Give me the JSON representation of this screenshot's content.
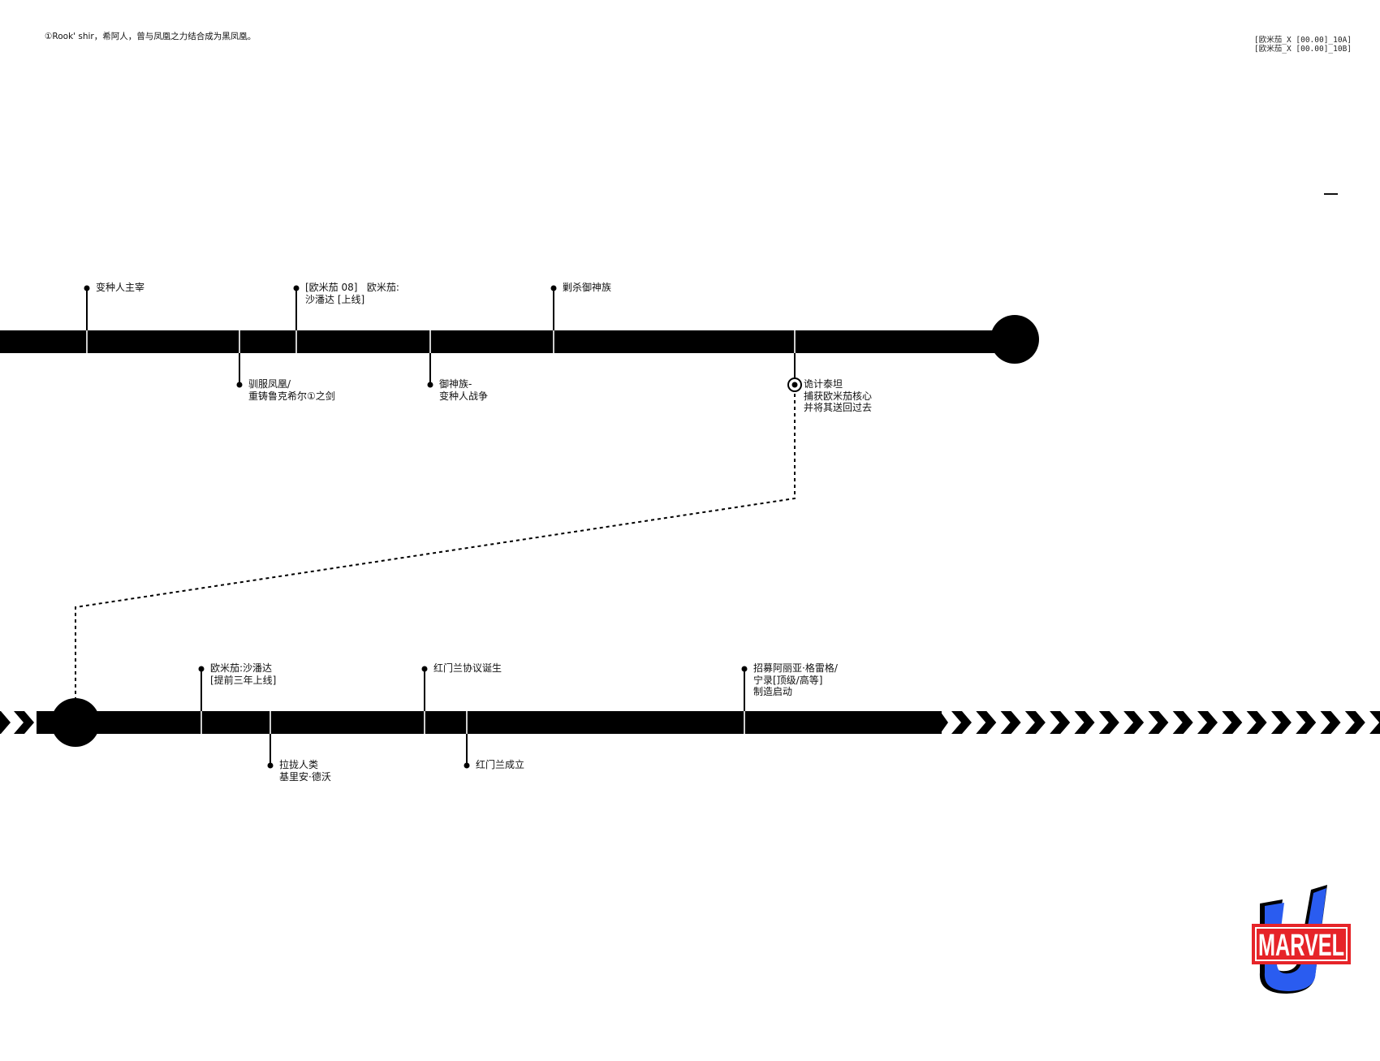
{
  "footnote": "①Rook' shir，希阿人，曾与凤凰之力结合成为黑凤凰。",
  "codes": [
    "[欧米茄_X  [00.00]_10A]",
    "[欧米茄_X  [00.00]_10B]"
  ],
  "top_events": [
    {
      "label": "变种人主宰",
      "side": "up",
      "pos": 107
    },
    {
      "label": "驯服凤凰/\n重铸鲁克希尔①之剑",
      "side": "down",
      "pos": 295
    },
    {
      "label": "[欧米茄 08]   欧米茄:\n沙潘达 [上线]",
      "side": "up",
      "pos": 365
    },
    {
      "label": "御神族-\n变种人战争",
      "side": "down",
      "pos": 530
    },
    {
      "label": "剿杀御神族",
      "side": "up",
      "pos": 682
    },
    {
      "label": "诡计泰坦\n捕获欧米茄核心\n并将其送回过去",
      "side": "down",
      "pos": 979,
      "marker": "ring"
    }
  ],
  "bottom_events": [
    {
      "label": "欧米茄:沙潘达\n[提前三年上线]",
      "side": "up",
      "pos": 248
    },
    {
      "label": "拉拢人类\n基里安·德沃",
      "side": "down",
      "pos": 333
    },
    {
      "label": "红门兰协议诞生",
      "side": "up",
      "pos": 523
    },
    {
      "label": "红门兰成立",
      "side": "down",
      "pos": 575
    },
    {
      "label": "招募阿丽亚·格雷格/\n宁录[顶级/高等]\n制造启动",
      "side": "up",
      "pos": 917
    }
  ],
  "logo": {
    "text": "MARVEL",
    "letter": "U",
    "red": "#e62429",
    "blue": "#2a5cf0"
  }
}
